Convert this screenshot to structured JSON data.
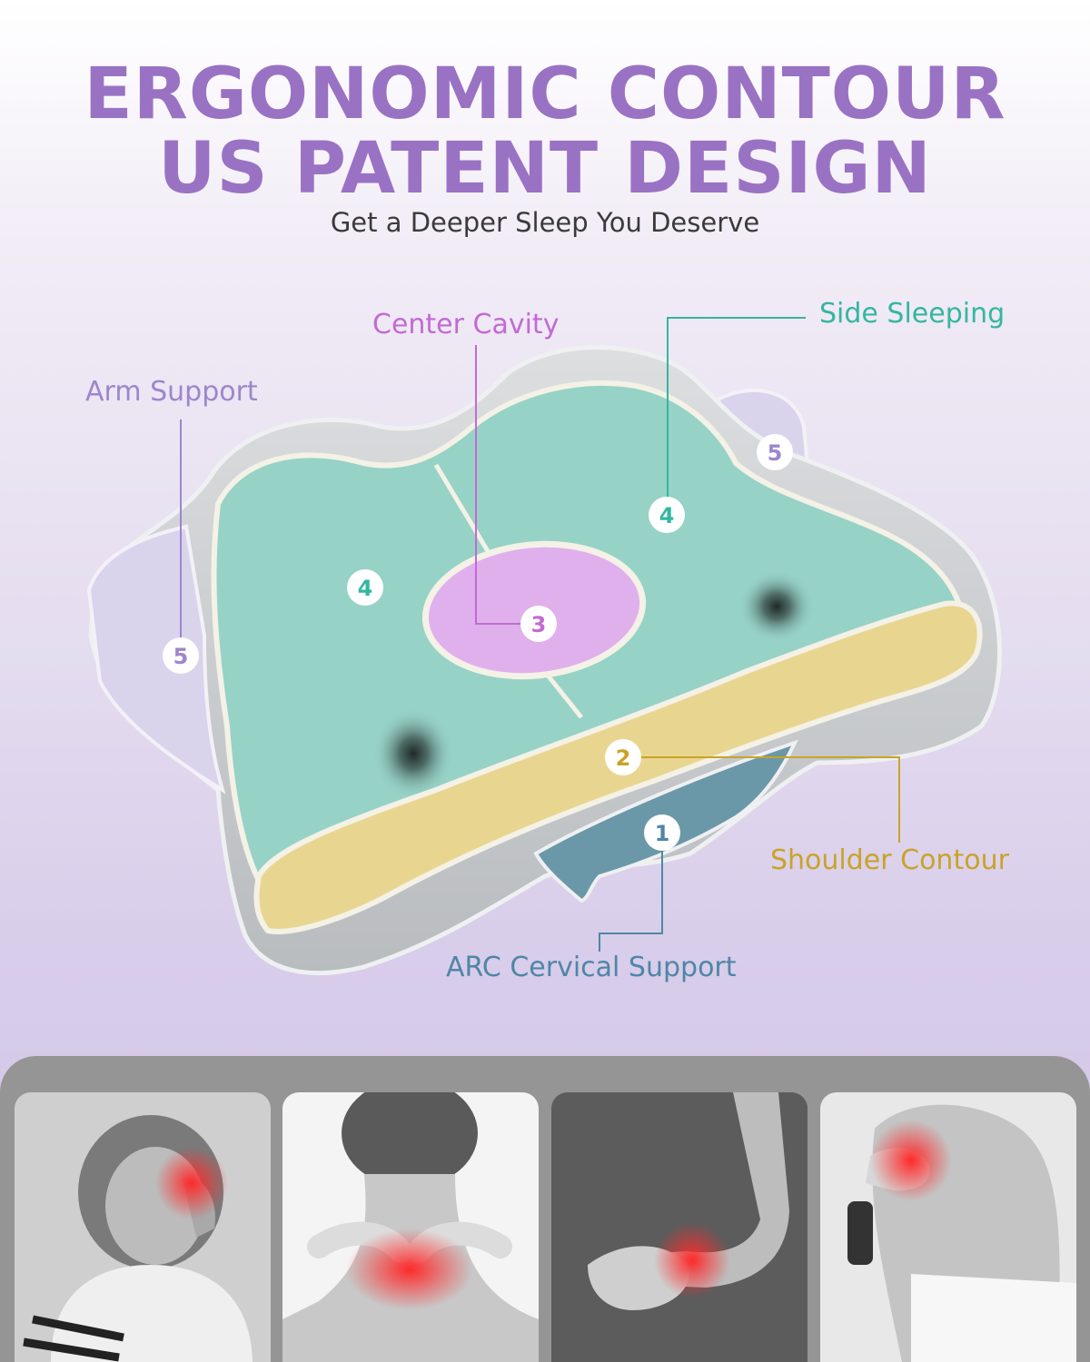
{
  "header": {
    "title_line1": "ERGONOMIC CONTOUR",
    "title_line2": "US PATENT DESIGN",
    "subtitle": "Get a Deeper Sleep You Deserve"
  },
  "callouts": {
    "center_cavity": "Center Cavity",
    "side_sleeping": "Side Sleeping",
    "arm_support": "Arm Support",
    "shoulder_contour": "Shoulder Contour",
    "arc_cervical_support": "ARC Cervical Support"
  },
  "badges": {
    "arc": "1",
    "shoulder": "2",
    "center": "3",
    "side": "4",
    "arm": "5"
  },
  "colors": {
    "title_purple": "#9a72c4",
    "center_cavity": "#e0b0ec",
    "side_sleeping": "#97d2c6",
    "arm_support": "#d9d3ec",
    "shoulder_contour": "#e8d690",
    "arc_cervical": "#6b98a8",
    "pain_red": "#ff2a2a"
  },
  "photos": [
    {
      "icon": "head-pain-photo"
    },
    {
      "icon": "neck-pain-photo"
    },
    {
      "icon": "elbow-pain-photo"
    },
    {
      "icon": "shoulder-pain-photo"
    }
  ]
}
